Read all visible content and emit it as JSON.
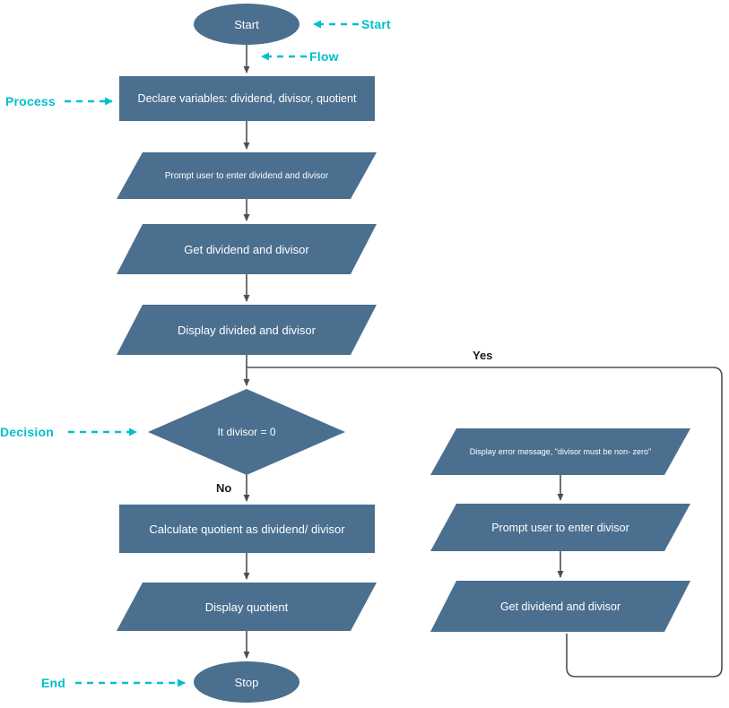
{
  "colors": {
    "shape_fill": "#4a6f8f",
    "shape_text": "#ffffff",
    "connector": "#4f4f4f",
    "annotation_accent": "#00c0cc",
    "branch_label": "#1a1a1a"
  },
  "nodes": {
    "start": {
      "type": "terminator",
      "label": "Start"
    },
    "declare": {
      "type": "process",
      "label": "Declare variables: dividend, divisor, quotient"
    },
    "prompt_both": {
      "type": "input-output",
      "label": "Prompt user to enter dividend and divisor"
    },
    "get_both": {
      "type": "input-output",
      "label": "Get dividend and divisor"
    },
    "display_both": {
      "type": "input-output",
      "label": "Display divided and divisor"
    },
    "check_divisor": {
      "type": "decision",
      "label": "It divisor = 0"
    },
    "calculate": {
      "type": "process",
      "label": "Calculate quotient as dividend/ divisor"
    },
    "display_quotient": {
      "type": "input-output",
      "label": "Display quotient"
    },
    "stop": {
      "type": "terminator",
      "label": "Stop"
    },
    "error_message": {
      "type": "input-output",
      "label": "Display error message, \"divisor must be non- zero\""
    },
    "prompt_divisor": {
      "type": "input-output",
      "label": "Prompt user to enter divisor"
    },
    "get_both_retry": {
      "type": "input-output",
      "label": "Get dividend and divisor"
    }
  },
  "branch_labels": {
    "yes": "Yes",
    "no": "No"
  },
  "annotations": {
    "start": "Start",
    "flow": "Flow",
    "process": "Process",
    "decision": "Decision",
    "end": "End"
  }
}
